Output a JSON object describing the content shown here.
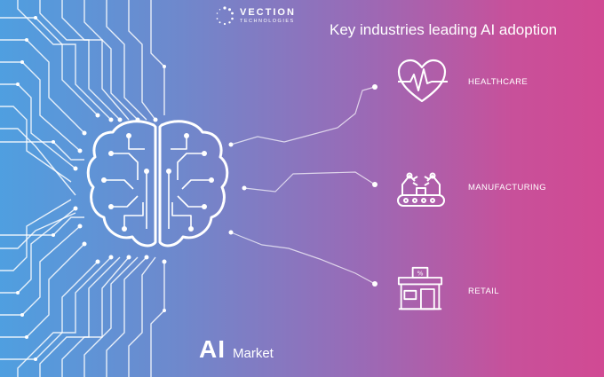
{
  "brand": {
    "name": "VECTION",
    "subtitle": "TECHNOLOGIES",
    "icon": "dotted-circle-logo-icon"
  },
  "headline": "Key industries leading AI adoption",
  "industries": [
    {
      "label": "HEALTHCARE",
      "icon": "heart-pulse-icon"
    },
    {
      "label": "MANUFACTURING",
      "icon": "robot-arms-conveyor-icon"
    },
    {
      "label": "RETAIL",
      "icon": "storefront-icon"
    }
  ],
  "footer": {
    "ai": "AI",
    "market": "Market"
  },
  "colors": {
    "gradient_left": "#4f9fe0",
    "gradient_mid": "#9a6ab6",
    "gradient_right": "#d14a93",
    "foreground": "#ffffff"
  }
}
